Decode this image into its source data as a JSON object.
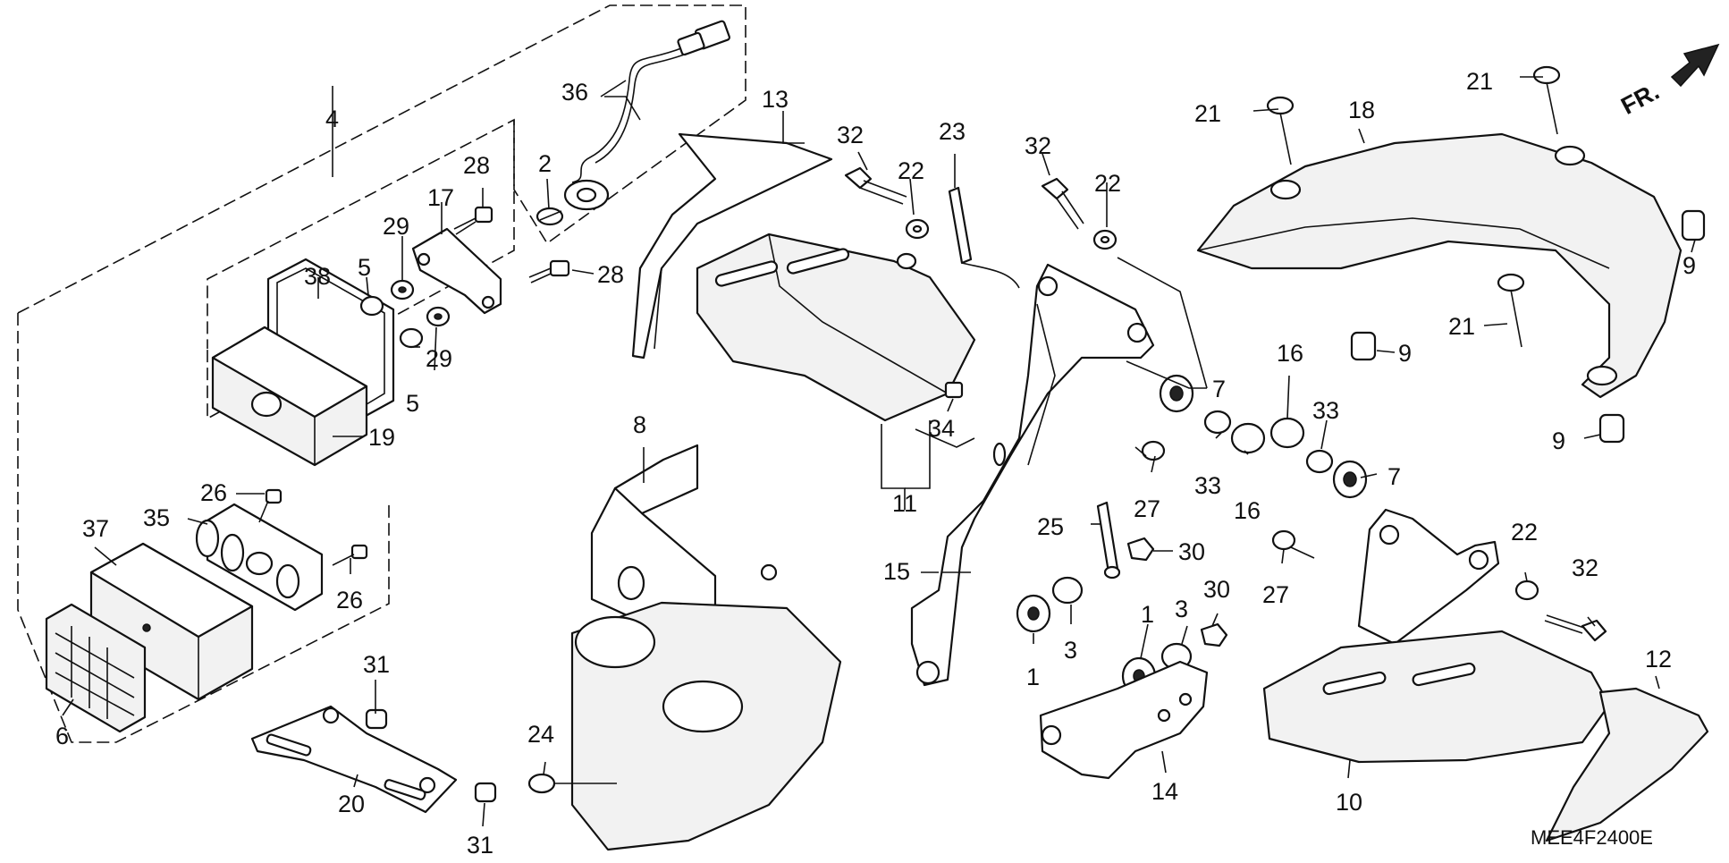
{
  "diagram": {
    "code": "MEE4F2400E",
    "direction_label": "FR.",
    "callouts": {
      "c36": "36",
      "c4": "4",
      "c2": "2",
      "c13": "13",
      "c32a": "32",
      "c22a": "22",
      "c23": "23",
      "c32b": "32",
      "c22b": "22",
      "c21a": "21",
      "c18": "18",
      "c21b": "21",
      "c28a": "28",
      "c17": "17",
      "c29a": "29",
      "c5a": "5",
      "c38": "38",
      "c28b": "28",
      "c29b": "29",
      "c5b": "5",
      "c19": "19",
      "c9a": "9",
      "c21c": "21",
      "c9b": "9",
      "c9c": "9",
      "c16a": "16",
      "c33a": "33",
      "c7a": "7",
      "c34": "34",
      "c33b": "33",
      "c16b": "16",
      "c7b": "7",
      "c8": "8",
      "c11": "11",
      "c27a": "27",
      "c26a": "26",
      "c35": "35",
      "c37": "37",
      "c26b": "26",
      "c25": "25",
      "c30a": "30",
      "c15": "15",
      "c27b": "27",
      "c22c": "22",
      "c32c": "32",
      "c1a": "1",
      "c3a": "3",
      "c30b": "30",
      "c1b": "1",
      "c3b": "3",
      "c6": "6",
      "c31a": "31",
      "c12": "12",
      "c24": "24",
      "c14": "14",
      "c10": "10",
      "c20": "20",
      "c31b": "31"
    }
  }
}
